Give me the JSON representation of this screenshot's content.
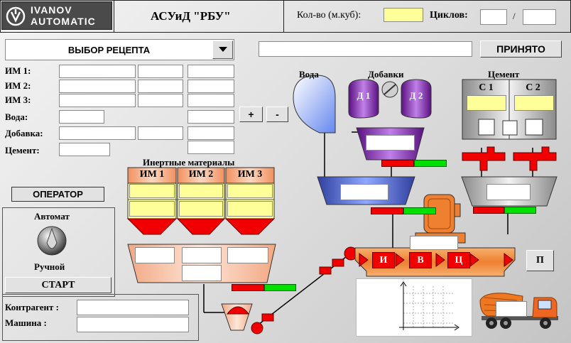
{
  "header": {
    "logo_line1": "IVANOV",
    "logo_line2": "AUTOMATIC",
    "title": "АСУиД \"РБУ\"",
    "volume_label": "Кол-во (м.куб):",
    "volume_value": "",
    "cycles_label": "Циклов:",
    "cycles_current": "",
    "cycles_separator": "/",
    "cycles_total": ""
  },
  "recipe": {
    "select_label": "ВЫБОР РЕЦЕПТА",
    "recipe_name": "",
    "accept_button": "ПРИНЯТО"
  },
  "materials_table": {
    "rows": [
      {
        "label": "ИМ 1:"
      },
      {
        "label": "ИМ 2:"
      },
      {
        "label": "ИМ 3:"
      },
      {
        "label": "Вода:"
      },
      {
        "label": "Добавка:"
      },
      {
        "label": "Цемент:"
      }
    ],
    "plus_button": "+",
    "minus_button": "-"
  },
  "operator_button": "ОПЕРАТОР",
  "mode": {
    "auto_label": "Автомат",
    "manual_label": "Ручной",
    "start_button": "СТАРТ"
  },
  "client": {
    "contractor_label": "Контрагент :",
    "contractor_value": "",
    "vehicle_label": "Машина :",
    "vehicle_value": ""
  },
  "plant": {
    "inert_title": "Инертные материалы",
    "bins": [
      "ИМ 1",
      "ИМ 2",
      "ИМ 3"
    ],
    "water_title": "Вода",
    "additives_title": "Добавки",
    "additive_tanks": [
      "Д 1",
      "Д 2"
    ],
    "cement_title": "Цемент",
    "silos": [
      "С 1",
      "С 2"
    ],
    "mixer_labels": [
      "И",
      "В",
      "Ц"
    ],
    "mixer_button": "П"
  },
  "colors": {
    "bar_red": "#f00000",
    "bar_green": "#00e000",
    "hopper_salmon": "#f4b898",
    "water_blue": "#88aaff",
    "additive_purple": "#7b2aa8",
    "mixer_orange": "#ee8833",
    "inert_yellow": "#ffff99",
    "truck_orange": "#ee7722"
  }
}
